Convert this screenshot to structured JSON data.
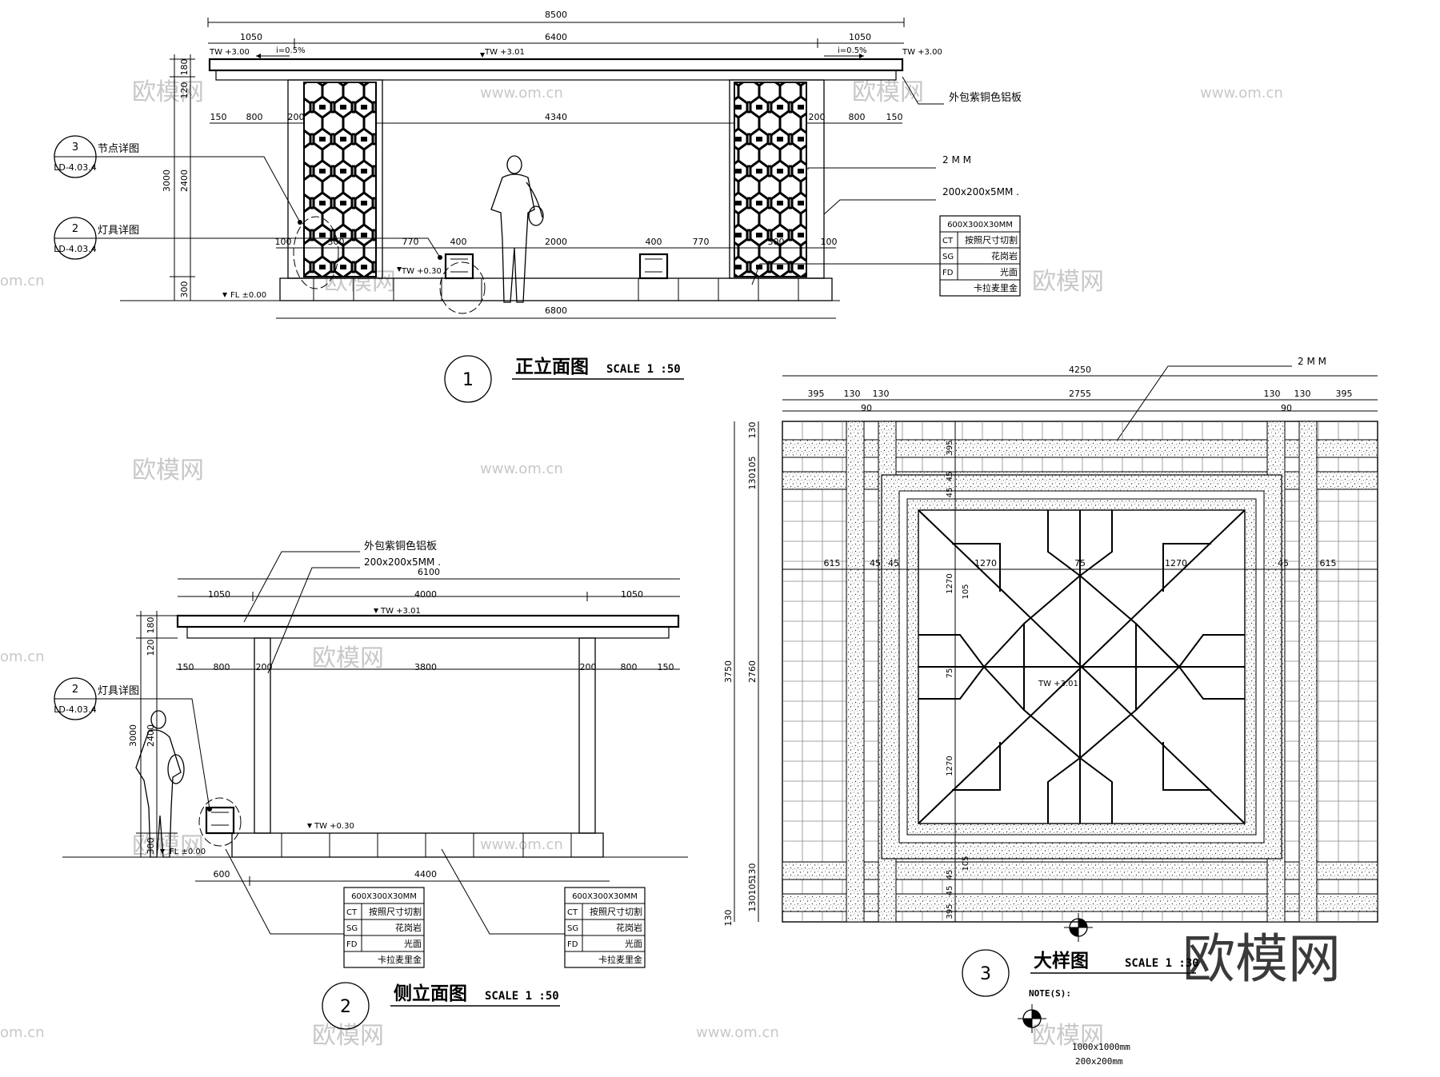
{
  "front_elevation": {
    "overall_dims": [
      "8500",
      "1050",
      "6400",
      "1050"
    ],
    "roof_levels": [
      "TW +3.00",
      "TW +3.01",
      "TW +3.00"
    ],
    "slopes": [
      "i=0.5%",
      "i=0.5%"
    ],
    "column_dims": [
      "150",
      "800",
      "200",
      "300",
      "4340",
      "200",
      "800",
      "150"
    ],
    "base_dims": [
      "100",
      "300",
      "770",
      "400",
      "2000",
      "400",
      "770",
      "300",
      "100"
    ],
    "bottom_dim": "6800",
    "vertical_dims": [
      "180",
      "120",
      "3000",
      "2400",
      "300"
    ],
    "floor_level": "FL ±0.00",
    "bench_level": "TW +0.30",
    "callouts": [
      {
        "num": "3",
        "ref": "LD-4.03.4",
        "label": "节点详图"
      },
      {
        "num": "2",
        "ref": "LD-4.03.4",
        "label": "灯具详图"
      }
    ],
    "notes": {
      "cladding": "外包紫铜色铝板",
      "plate": "2 M M",
      "tube": "200x200x5MM ."
    },
    "material_table": {
      "header": "600X300X30MM",
      "rows": [
        [
          "CT",
          "按照尺寸切割"
        ],
        [
          "SG",
          "花岗岩"
        ],
        [
          "FD",
          "光面"
        ],
        [
          "",
          "卡拉麦里金"
        ]
      ]
    },
    "title_num": "1",
    "title": "正立面图",
    "scale": "SCALE 1 :50"
  },
  "side_elevation": {
    "notes": {
      "cladding": "外包紫铜色铝板",
      "tube": "200x200x5MM ."
    },
    "overall_dims": [
      "6100",
      "1050",
      "4000",
      "1050"
    ],
    "roof_level": "TW +3.01",
    "column_dims": [
      "150",
      "800",
      "200",
      "3800",
      "200",
      "800",
      "150"
    ],
    "vertical_dims": [
      "180",
      "120",
      "3000",
      "2400",
      "300"
    ],
    "callout": {
      "num": "2",
      "ref": "LD-4.03.4",
      "label": "灯具详图"
    },
    "bench_level": "TW +0.30",
    "floor_level": "FL ±0.00",
    "bottom_dims": [
      "600",
      "4400"
    ],
    "material_tables": [
      {
        "header": "600X300X30MM",
        "rows": [
          [
            "CT",
            "按照尺寸切割"
          ],
          [
            "SG",
            "花岗岩"
          ],
          [
            "FD",
            "光面"
          ],
          [
            "",
            "卡拉麦里金"
          ]
        ]
      },
      {
        "header": "600X300X30MM",
        "rows": [
          [
            "CT",
            "按照尺寸切割"
          ],
          [
            "SG",
            "花岗岩"
          ],
          [
            "FD",
            "光面"
          ],
          [
            "",
            "卡拉麦里金"
          ]
        ]
      }
    ],
    "title_num": "2",
    "title": "侧立面图",
    "scale": "SCALE 1 :50"
  },
  "detail_plan": {
    "note_plate": "2 M M",
    "top_dims": [
      "4250",
      "395",
      "130",
      "90",
      "130",
      "2755",
      "130",
      "90",
      "130",
      "395"
    ],
    "inner_dims": [
      "615",
      "45",
      "45",
      "1270",
      "75",
      "1270",
      "45",
      "615"
    ],
    "vertical_dims_left": [
      "3750",
      "2760",
      "130",
      "105",
      "130",
      "130",
      "105",
      "130",
      "130"
    ],
    "vertical_dims_inner": [
      "395",
      "45",
      "45",
      "105",
      "1270",
      "75",
      "1270",
      "105",
      "45",
      "45",
      "395"
    ],
    "center_label": "TW +3.01",
    "title_num": "3",
    "title": "大样图",
    "scale": "SCALE 1 :30",
    "note_header": "NOTE(S):",
    "note_lines": [
      "1000x1000mm",
      "200x200mm"
    ]
  },
  "watermarks": {
    "brand": "欧模网",
    "url": "www.om.cn",
    "url_partial": "om.cn"
  }
}
